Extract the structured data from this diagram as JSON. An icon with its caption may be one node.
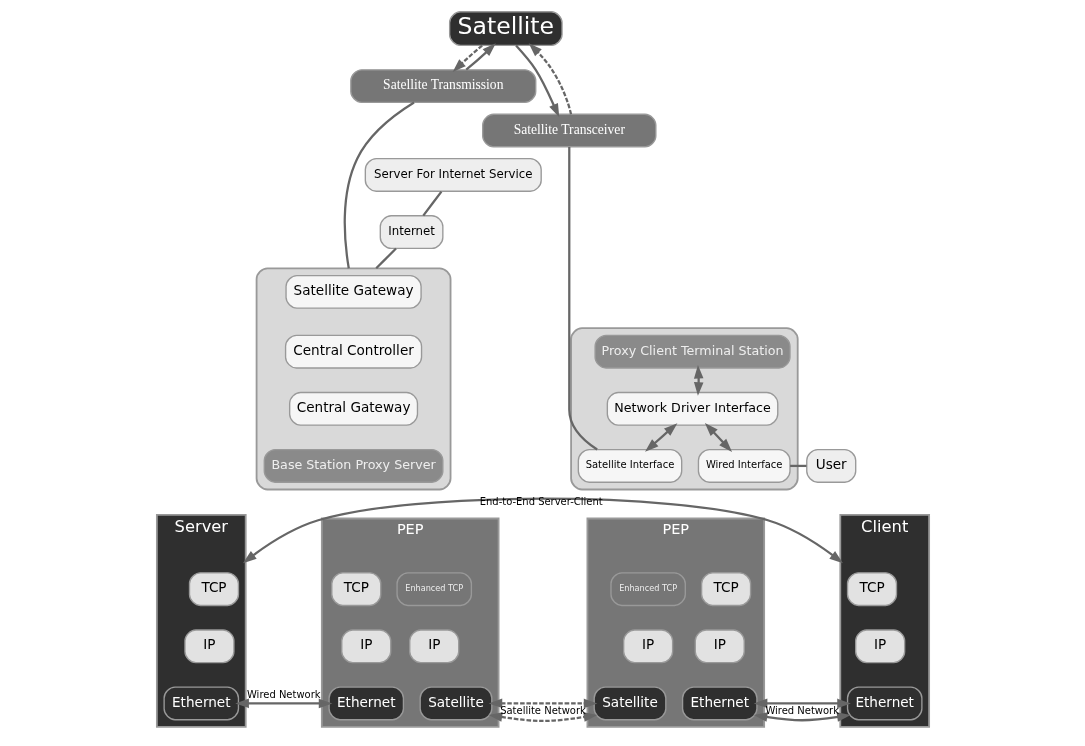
{
  "diagram": {
    "nodes": [
      {
        "text": [
          "Satellite"
        ]
      },
      {
        "text": [
          "Satellite Transmission"
        ]
      },
      {
        "text": [],
        "shape": "box"
      },
      {
        "text": [
          "Satellite Gateway"
        ],
        "in": 2
      },
      {
        "text": [
          "Central Controller"
        ],
        "in": 2
      },
      {
        "text": [
          "Central Gateway"
        ],
        "in": 2
      },
      {
        "text": [
          "Base Station Proxy Server"
        ],
        "in": 2
      },
      {
        "text": [
          "Server For Internet Service"
        ]
      },
      {
        "text": [
          "Internet"
        ]
      },
      {
        "text": [
          "Satellite Transceiver"
        ]
      },
      {
        "text": [],
        "shape": "box"
      },
      {
        "text": [
          "Proxy Client Terminal Station"
        ],
        "in": 10
      },
      {
        "text": [
          "Network Driver Interface"
        ],
        "in": 10
      },
      {
        "text": [
          "Satellite Interface"
        ],
        "in": 10
      },
      {
        "text": [
          "Wired Interface"
        ],
        "in": 10
      },
      {
        "text": [
          "User"
        ]
      },
      {
        "text": [
          "Server"
        ]
      },
      {
        "text": [
          "TCP"
        ],
        "in": 16
      },
      {
        "text": [
          "IP"
        ],
        "in": 16
      },
      {
        "text": [
          "Ethernet"
        ],
        "in": 16
      },
      {
        "text": [
          "PEP"
        ]
      },
      {
        "text": [
          "TCP"
        ],
        "in": 20
      },
      {
        "text": [
          "Enhanced TCP"
        ],
        "in": 20
      },
      {
        "text": [
          "IP"
        ],
        "in": 20
      },
      {
        "text": [
          "IP"
        ],
        "in": 20
      },
      {
        "text": [
          "Ethernet"
        ],
        "in": 20
      },
      {
        "text": [
          "Satellite"
        ],
        "in": 20
      },
      {
        "text": [
          "PEP"
        ]
      },
      {
        "text": [
          "Enhanced TCP"
        ],
        "in": 27
      },
      {
        "text": [
          "TCP"
        ],
        "in": 27
      },
      {
        "text": [
          "IP"
        ],
        "in": 27
      },
      {
        "text": [
          "IP"
        ],
        "in": 27
      },
      {
        "text": [
          "Satellite"
        ],
        "in": 27
      },
      {
        "text": [
          "Ethernet"
        ],
        "in": 27
      },
      {
        "text": [
          "Client"
        ]
      },
      {
        "text": [
          "TCP"
        ],
        "in": 34
      },
      {
        "text": [
          "IP"
        ],
        "in": 34
      },
      {
        "text": [
          "Ethernet"
        ],
        "in": 34
      }
    ],
    "edges": [
      {
        "from": 1,
        "to": 0,
        "arrow": "to"
      },
      {
        "from": 0,
        "to": 1,
        "arrow": "to",
        "style": "dashed"
      },
      {
        "from": 0,
        "to": 9,
        "arrow": "to"
      },
      {
        "from": 9,
        "to": 0,
        "arrow": "to",
        "style": "dashed"
      },
      {
        "from": 1,
        "to": 2,
        "arrow": "none"
      },
      {
        "from": 7,
        "to": 8,
        "arrow": "none"
      },
      {
        "from": 8,
        "to": 2,
        "arrow": "none"
      },
      {
        "from": 9,
        "to": 13,
        "arrow": "none"
      },
      {
        "from": 11,
        "to": 12,
        "arrow": "both"
      },
      {
        "from": 12,
        "to": 13,
        "arrow": "both"
      },
      {
        "from": 12,
        "to": 14,
        "arrow": "both"
      },
      {
        "from": 14,
        "to": 15,
        "arrow": "none"
      },
      {
        "from": 16,
        "to": 34,
        "arrow": "both",
        "label": "End-to-End Server-Client"
      },
      {
        "from": 19,
        "to": 25,
        "arrow": "both",
        "label": "Wired Network"
      },
      {
        "from": 26,
        "to": 32,
        "arrow": "both",
        "style": "dashed",
        "label": "Satellite Network"
      },
      {
        "from": 33,
        "to": 37,
        "arrow": "both",
        "label": "Wired Network"
      }
    ]
  }
}
